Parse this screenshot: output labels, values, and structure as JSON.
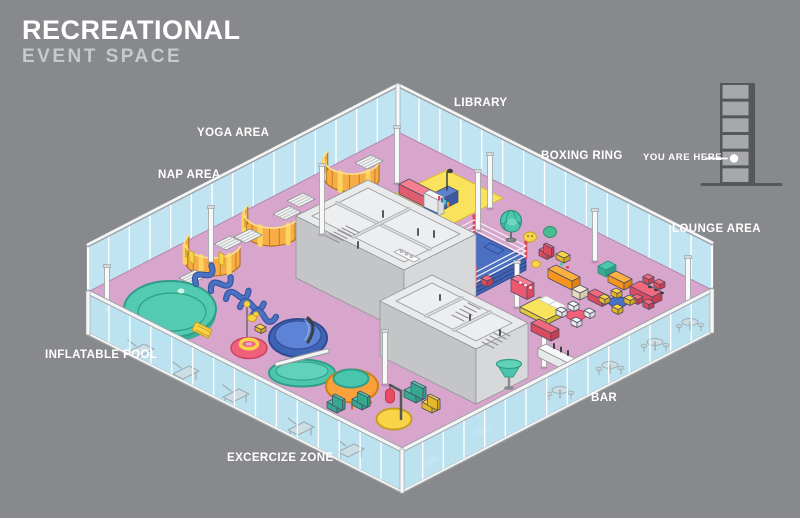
{
  "title": {
    "line1": "RECREATIONAL",
    "line2": "EVENT SPACE"
  },
  "map_labels": {
    "library": "LIBRARY",
    "yoga_area": "YOGA AREA",
    "nap_area": "NAP AREA",
    "boxing_ring": "BOXING RING",
    "lounge_area": "LOUNGE AREA",
    "inflatable_pool": "INFLATABLE POOL",
    "bar": "BAR",
    "exercise_zone": "EXCERCIZE ZONE"
  },
  "locator": {
    "label": "YOU ARE HERE",
    "floors": 6,
    "highlighted_floor_from_bottom": 2,
    "dot_icon": "you-are-here-dot"
  },
  "colors": {
    "background": "#87898C",
    "floor_pink": "#D8A5CD",
    "glass_blue": "#C3E9F7",
    "structure_gray": "#D6D7D9",
    "accent_teal": "#4CC7AE",
    "accent_blue": "#4A72C4",
    "accent_red": "#EF5A6E",
    "accent_yellow": "#F9D348",
    "accent_orange": "#F7941D"
  }
}
